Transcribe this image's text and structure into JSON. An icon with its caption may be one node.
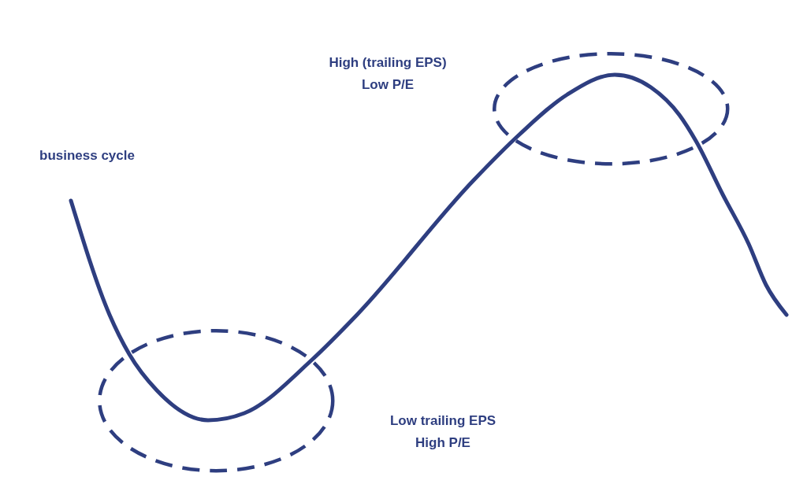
{
  "diagram": {
    "nodes": [
      {
        "text": [],
        "shape": "ellipse",
        "beside": [
          "High (trailing EPS)",
          "Low P/E"
        ]
      },
      {
        "text": [],
        "shape": "ellipse",
        "beside": [
          "Low trailing EPS",
          "High P/E"
        ]
      }
    ],
    "labels": [
      "business cycle"
    ]
  }
}
